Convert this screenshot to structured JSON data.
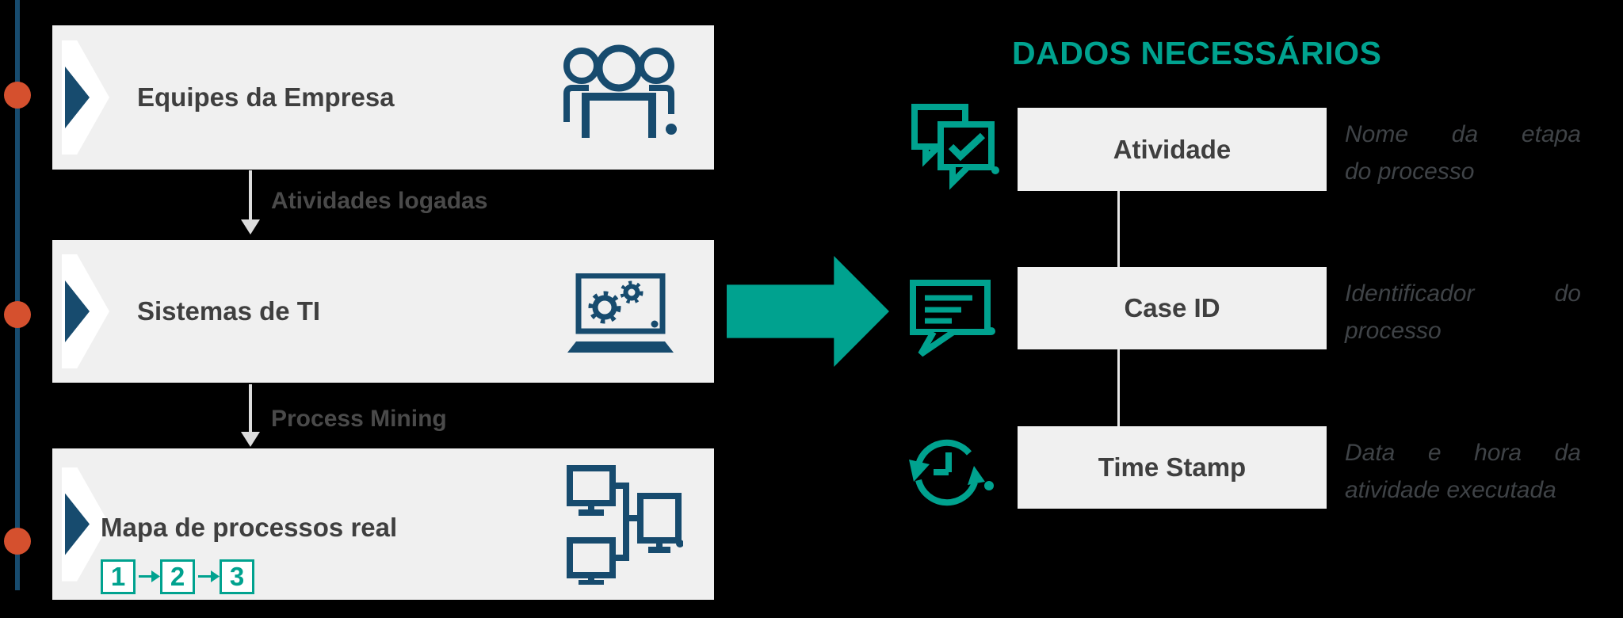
{
  "colors": {
    "background": "#000000",
    "navy": "#174B6E",
    "teal": "#00A28F",
    "orange_dot": "#D5502E",
    "box_gray": "#F0F0F0",
    "title_text": "#3F3F3F",
    "connector_label": "#4A4A4A"
  },
  "timeline": {
    "dot_count": 3
  },
  "flow": {
    "steps": [
      {
        "label": "Equipes da Empresa",
        "icon": "team-people-icon"
      },
      {
        "label": "Sistemas de TI",
        "icon": "laptop-gears-icon"
      },
      {
        "label": "Mapa de processos real",
        "icon": "network-monitors-icon",
        "sequence": [
          "1",
          "2",
          "3"
        ]
      }
    ],
    "connector_labels": [
      "Atividades logadas",
      "Process Mining"
    ]
  },
  "right_panel": {
    "title": "DADOS NECESSÁRIOS",
    "rows": [
      {
        "icon": "chat-check-icon",
        "label": "Atividade",
        "description_lines": [
          "Nome da etapa",
          "do processo"
        ]
      },
      {
        "icon": "speech-text-icon",
        "label": "Case ID",
        "description_lines": [
          "Identificador do",
          "processo"
        ]
      },
      {
        "icon": "clock-history-icon",
        "label": "Time Stamp",
        "description_lines": [
          "Data e hora da",
          "atividade executada"
        ]
      }
    ]
  }
}
